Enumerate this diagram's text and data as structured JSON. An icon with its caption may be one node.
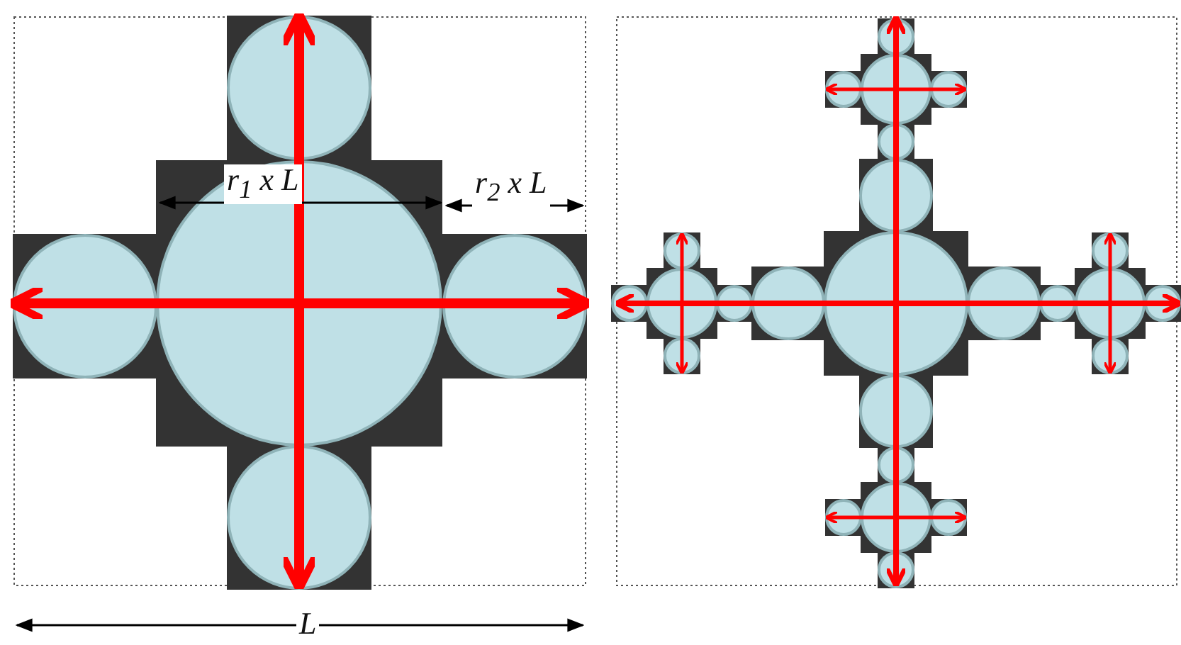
{
  "diagram": {
    "labels": [
      "r$_{1}$ x L",
      "r$_{2}$ x L",
      "L"
    ]
  }
}
